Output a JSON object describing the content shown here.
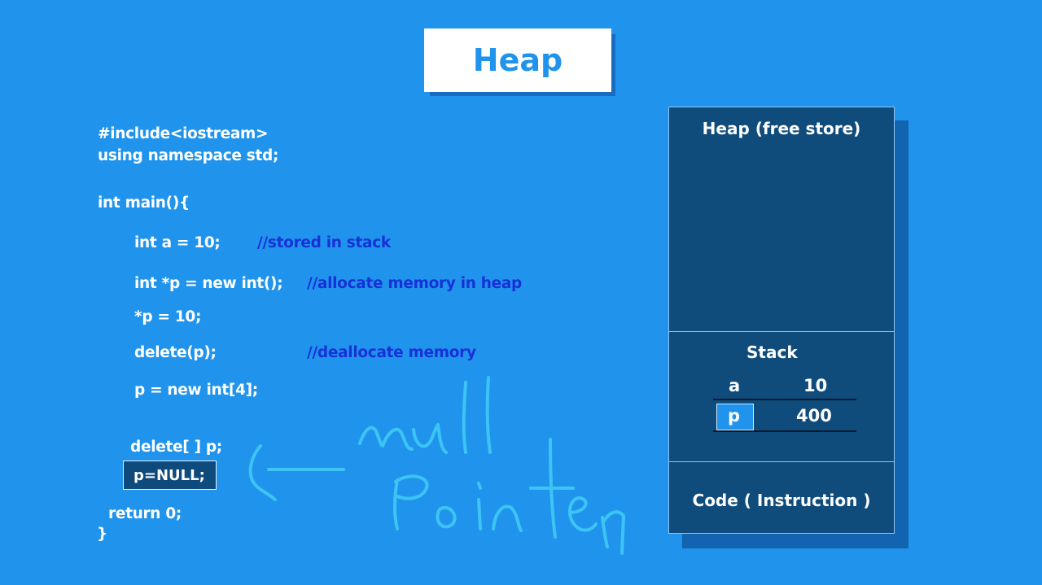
{
  "slide_title": "Heap",
  "code_lines": [
    "#include<iostream>",
    "using namespace std;",
    "int main(){",
    "int a = 10;",
    "int *p = new int();",
    "*p = 10;",
    "delete(p);",
    "p = new int[4];",
    "delete[ ] p;",
    "p=NULL;",
    "return 0;",
    "}"
  ],
  "comments": [
    "//stored in stack",
    "//allocate memory in heap",
    "//deallocate memory"
  ],
  "memory": {
    "heap_label": "Heap (free store)",
    "stack_label": "Stack",
    "stack_vars": [
      {
        "name": "a",
        "value": "10"
      },
      {
        "name": "p",
        "value": "400"
      }
    ],
    "code_label": "Code ( Instruction )"
  },
  "annotation": {
    "handwritten_text": "null Pointer",
    "color": "#3cc4f5"
  },
  "colors": {
    "background": "#2094ec",
    "comment": "#1731d8",
    "panel": "#0f4c7c"
  }
}
